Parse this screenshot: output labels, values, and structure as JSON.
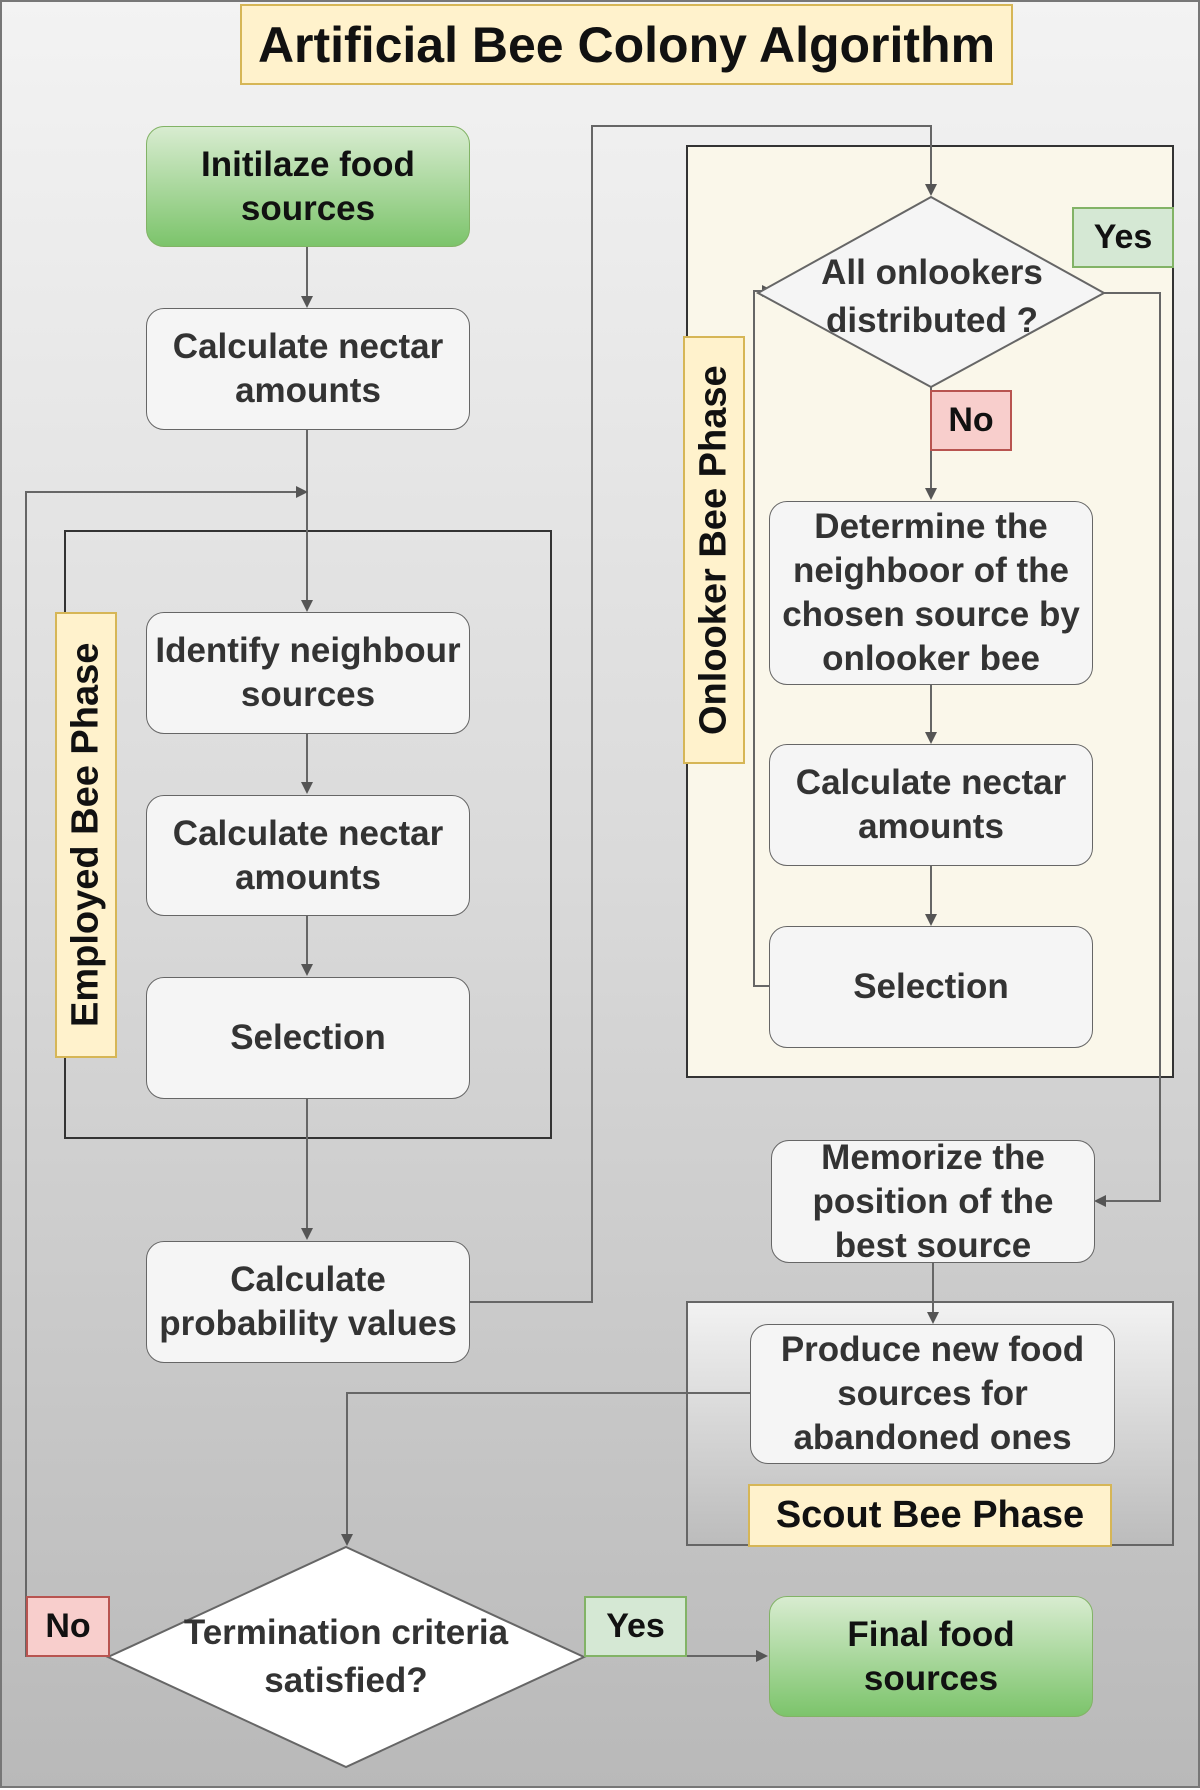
{
  "title": "Artificial Bee Colony Algorithm",
  "nodes": {
    "init": "Initilaze food sources",
    "calc_nectar_1": "Calculate nectar amounts",
    "identify_neighbour": "Identify neighbour sources",
    "calc_nectar_2": "Calculate nectar amounts",
    "selection_1": "Selection",
    "calc_prob": "Calculate probability values",
    "onlookers_q": "All onlookers distributed ?",
    "determine_neighbor": "Determine the neighboor of the chosen source by onlooker bee",
    "calc_nectar_3": "Calculate nectar amounts",
    "selection_2": "Selection",
    "memorize": "Memorize the position of the best source",
    "produce_new": "Produce new food sources for abandoned ones",
    "termination_q": "Termination criteria satisfied?",
    "final": "Final food sources"
  },
  "phases": {
    "employed": "Employed Bee Phase",
    "onlooker": "Onlooker Bee Phase",
    "scout": "Scout Bee Phase"
  },
  "tags": {
    "onlookers_yes": "Yes",
    "onlookers_no": "No",
    "termination_no": "No",
    "termination_yes": "Yes"
  },
  "colors": {
    "green_fill": "#7cc46b",
    "yellow_label": "#fff2cc",
    "no_tag": "#f8cecc",
    "yes_tag": "#d5e8d4",
    "onlooker_panel": "#faf7ea"
  }
}
